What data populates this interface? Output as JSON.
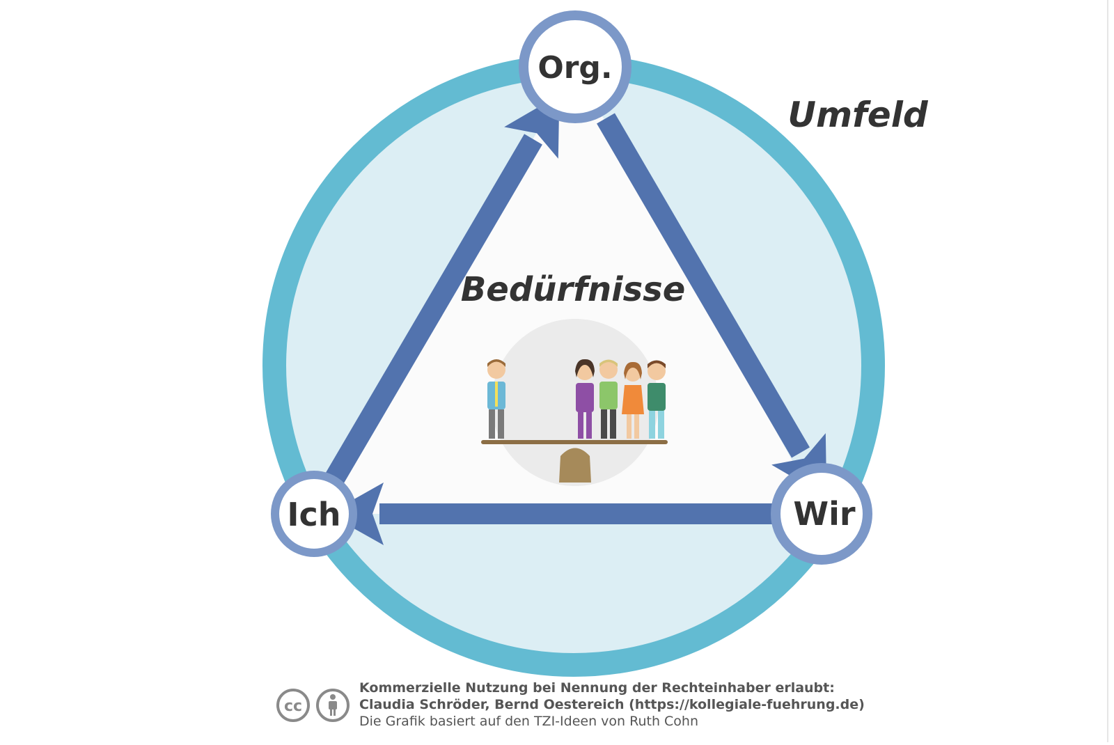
{
  "diagram": {
    "environment_label": "Umfeld",
    "center_label": "Bedürfnisse",
    "nodes": {
      "org": "Org.",
      "ich": "Ich",
      "wir": "Wir"
    },
    "colors": {
      "outer_ring": "#63BBD2",
      "outer_fill": "#DCEEF4",
      "triangle_fill": "#FBFBFB",
      "arrows": "#5273AE",
      "node_ring": "#7C98C8",
      "node_fill": "#FFFFFF",
      "text": "#333333"
    }
  },
  "footer": {
    "line1": "Kommerzielle Nutzung bei Nennung der Rechteinhaber erlaubt:",
    "line2": "Claudia Schröder, Bernd Oestereich (https://kollegiale-fuehrung.de)",
    "line3": "Die Grafik basiert auf den TZI-Ideen von Ruth Cohn",
    "license_icons": [
      "cc-icon",
      "attribution-icon"
    ]
  }
}
